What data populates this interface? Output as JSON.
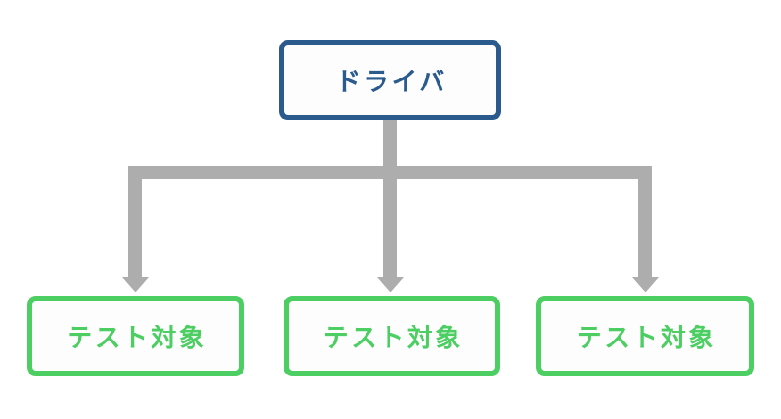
{
  "colors": {
    "driver_border": "#2B5B8D",
    "driver_text": "#2B5B8D",
    "target_border": "#4CCE62",
    "target_text": "#4CCE62",
    "connector": "#ADADAD",
    "background": "#FFFFFF",
    "node_fill": "#FDFDFD"
  },
  "nodes": {
    "driver": {
      "label": "ドライバ"
    },
    "targets": [
      {
        "label": "テスト対象"
      },
      {
        "label": "テスト対象"
      },
      {
        "label": "テスト対象"
      }
    ]
  }
}
